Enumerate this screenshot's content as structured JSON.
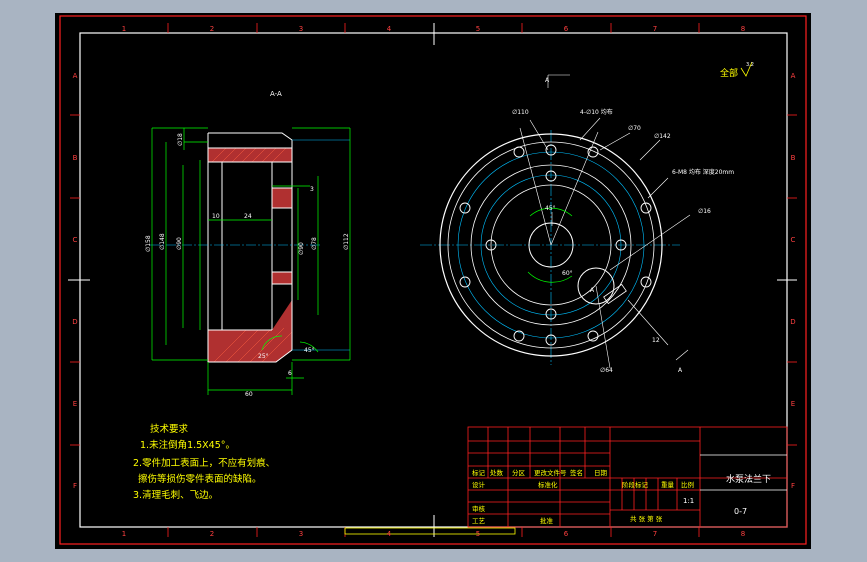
{
  "drawing": {
    "title": "水泵法兰下",
    "code": "0-7",
    "scale": "1:1",
    "roughness": {
      "label": "全部",
      "value": "3.2"
    },
    "section_label": "A-A",
    "section_marker": "A",
    "zone_numbers_top": [
      "1",
      "2",
      "3",
      "4",
      "5",
      "6",
      "7",
      "8"
    ],
    "zone_numbers_bottom": [
      "1",
      "2",
      "3",
      "4",
      "5",
      "6",
      "7",
      "8"
    ],
    "zone_letters_left": [
      "A",
      "B",
      "C",
      "D",
      "E",
      "F"
    ],
    "zone_letters_right": [
      "A",
      "B",
      "C",
      "D",
      "E",
      "F"
    ]
  },
  "dimensions": {
    "left_view": {
      "d18": "∅18",
      "d158": "∅158",
      "d148": "∅148",
      "d90": "∅90",
      "d78": "∅78",
      "d112": "∅112",
      "l3": "3",
      "l10": "10",
      "l24": "24",
      "l60": "60",
      "l6": "6",
      "ang25": "25°",
      "ang45": "45°"
    },
    "right_view": {
      "d110": "∅110",
      "holes4": "4-∅10 均布",
      "d70": "∅70",
      "d142": "∅142",
      "holes6": "6-M8 均布 深度20mm",
      "d16": "∅16",
      "ang45": "45°",
      "ang60": "60°",
      "l12": "12",
      "d64": "∅64"
    }
  },
  "tech_requirements": {
    "title": "技术要求",
    "items": [
      "1.未注倒角1.5X45°。",
      "2.零件加工表面上，不应有划痕、",
      "擦伤等损伤零件表面的缺陷。",
      "3.清理毛刺、飞边。"
    ]
  },
  "title_block": {
    "row1": [
      "标记",
      "处数",
      "分区",
      "更改文件号",
      "签名",
      "日期"
    ],
    "design": "设计",
    "standardize": "标准化",
    "review": "审核",
    "process": "工艺",
    "approve": "批准",
    "stage_label": "阶段标记",
    "weight_label": "重量",
    "scale_label": "比例",
    "sheets": "共 张 第 张"
  }
}
